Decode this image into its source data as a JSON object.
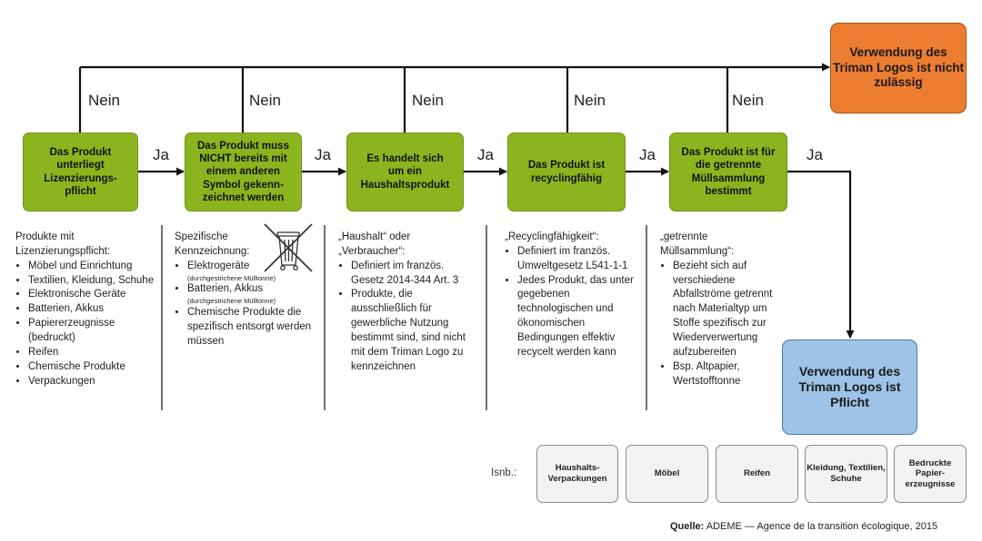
{
  "decision_boxes": [
    "Das Produkt unterliegt Lizenzierungs-pflicht",
    "Das Produkt muss NICHT bereits mit einem anderen Symbol gekenn-zeichnet werden",
    "Es handelt sich um ein Haushaltsprodukt",
    "Das Produkt ist recyclingfähig",
    "Das Produkt ist für die getrennte Müllsammlung bestimmt"
  ],
  "outcome_not_allowed": "Verwendung des Triman Logos ist nicht zulässig",
  "outcome_mandatory": "Verwendung des Triman Logos ist Pflicht",
  "labels": {
    "no": "Nein",
    "yes": "Ja"
  },
  "columns": [
    {
      "intro": "Produkte mit Lizenzierungspflicht:",
      "items": [
        "Möbel und Einrichtung",
        "Textilien, Kleidung, Schuhe",
        "Elektronische Geräte",
        "Batterien, Akkus",
        "Papiererzeugnisse (bedruckt)",
        "Reifen",
        "Chemische Produkte",
        "Verpackungen"
      ]
    },
    {
      "intro": "Spezifische Kennzeichnung:",
      "items": [
        {
          "text": "Elektrogeräte",
          "note": "(durchgestrichene Mülltonne)"
        },
        {
          "text": "Batterien, Akkus",
          "note": "(durchgestrichene Mülltonne)"
        },
        {
          "text": "Chemische Produkte die spezifisch entsorgt werden müssen",
          "note": ""
        }
      ]
    },
    {
      "intro": "„Haushalt“ oder „Verbraucher“:",
      "items": [
        "Definiert im französ. Gesetz 2014-344 Art. 3",
        "Produkte, die ausschließlich für gewerbliche Nutzung bestimmt sind, sind nicht mit dem Triman Logo zu kennzeichnen"
      ]
    },
    {
      "intro": "„Recyclingfähigkeit“:",
      "items": [
        "Definiert im französ. Umweltgesetz L541-1-1",
        "Jedes Produkt, das unter gegebenen technologischen und ökonomischen Bedingungen effektiv recycelt werden kann"
      ]
    },
    {
      "intro": "„getrennte Müllsammlung“:",
      "items": [
        "Bezieht sich auf verschiedene Abfallströme getrennt nach Materialtyp um Stoffe spezifisch zur Wiederverwertung aufzubereiten",
        "Bsp. Altpapier, Wertstofftonne"
      ]
    }
  ],
  "isnb_label": "Isnb.:",
  "categories": [
    "Haushalts-Verpackungen",
    "Möbel",
    "Reifen",
    "Kleidung, Textilien, Schuhe",
    "Bedruckte Papier-erzeugnisse"
  ],
  "source": {
    "label": "Quelle:",
    "text": "ADEME — Agence de la transition écologique, 2015"
  }
}
